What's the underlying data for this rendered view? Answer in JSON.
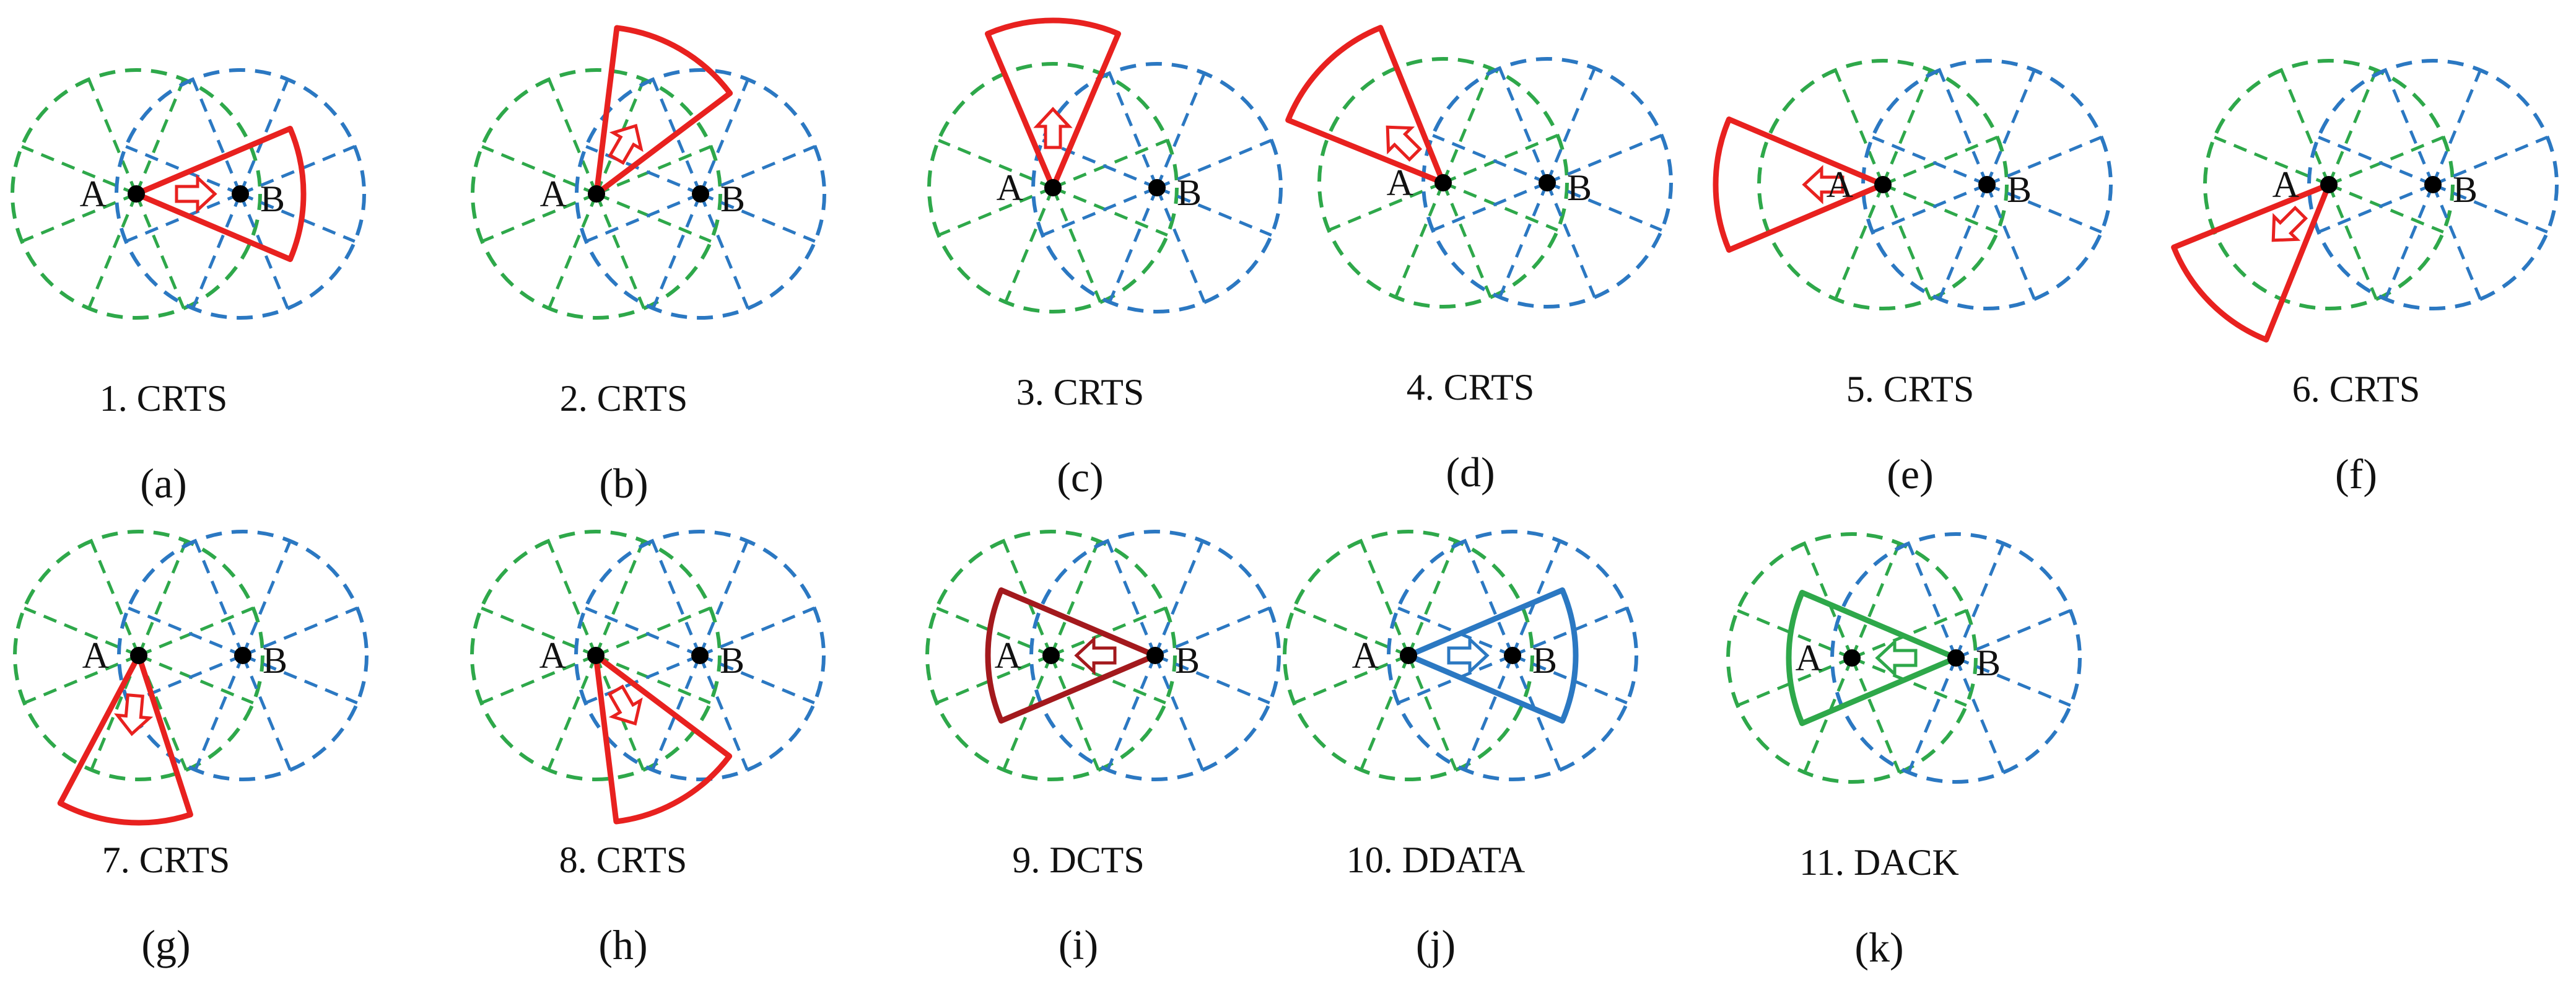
{
  "colors": {
    "green": "#2ea84a",
    "blue": "#2b78c2",
    "red": "#e8211f",
    "dark_red": "#a3191d",
    "node": "#000000"
  },
  "panels": [
    {
      "id": "a",
      "caption": "1. CRTS",
      "label": "(a)",
      "node_a": "A",
      "node_b": "B",
      "sector_from": "A",
      "direction_deg": 0,
      "sector_color": "red",
      "arrow": "right"
    },
    {
      "id": "b",
      "caption": "2. CRTS",
      "label": "(b)",
      "node_a": "A",
      "node_b": "B",
      "sector_from": "A",
      "direction_deg": 60,
      "sector_color": "red",
      "arrow": "up-right"
    },
    {
      "id": "c",
      "caption": "3. CRTS",
      "label": "(c)",
      "node_a": "A",
      "node_b": "B",
      "sector_from": "A",
      "direction_deg": 90,
      "sector_color": "red",
      "arrow": "up"
    },
    {
      "id": "d",
      "caption": "4. CRTS",
      "label": "(d)",
      "node_a": "A",
      "node_b": "B",
      "sector_from": "A",
      "direction_deg": 135,
      "sector_color": "red",
      "arrow": "up-left"
    },
    {
      "id": "e",
      "caption": "5. CRTS",
      "label": "(e)",
      "node_a": "A",
      "node_b": "B",
      "sector_from": "A",
      "direction_deg": 180,
      "sector_color": "red",
      "arrow": "left"
    },
    {
      "id": "f",
      "caption": "6. CRTS",
      "label": "(f)",
      "node_a": "A",
      "node_b": "B",
      "sector_from": "A",
      "direction_deg": 225,
      "sector_color": "red",
      "arrow": "down-left"
    },
    {
      "id": "g",
      "caption": "7. CRTS",
      "label": "(g)",
      "node_a": "A",
      "node_b": "B",
      "sector_from": "A",
      "direction_deg": 265,
      "sector_color": "red",
      "arrow": "down"
    },
    {
      "id": "h",
      "caption": "8. CRTS",
      "label": "(h)",
      "node_a": "A",
      "node_b": "B",
      "sector_from": "A",
      "direction_deg": 300,
      "sector_color": "red",
      "arrow": "down-right"
    },
    {
      "id": "i",
      "caption": "9. DCTS",
      "label": "(i)",
      "node_a": "A",
      "node_b": "B",
      "sector_from": "B",
      "direction_deg": 180,
      "sector_color": "dark_red",
      "arrow": "left"
    },
    {
      "id": "j",
      "caption": "10. DDATA",
      "label": "(j)",
      "node_a": "A",
      "node_b": "B",
      "sector_from": "A",
      "direction_deg": 0,
      "sector_color": "blue",
      "arrow": "right"
    },
    {
      "id": "k",
      "caption": "11. DACK",
      "label": "(k)",
      "node_a": "A",
      "node_b": "B",
      "sector_from": "B",
      "direction_deg": 180,
      "sector_color": "green",
      "arrow": "left"
    }
  ]
}
